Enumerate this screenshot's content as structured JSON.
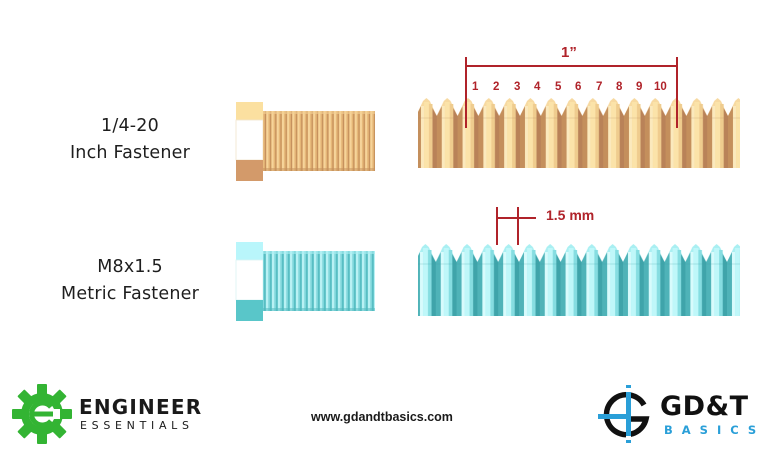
{
  "inch": {
    "spec": "1/4-20",
    "name": "Inch Fastener",
    "dimension_label": "1”",
    "thread_count_labels": [
      "1",
      "2",
      "3",
      "4",
      "5",
      "6",
      "7",
      "8",
      "9",
      "10"
    ],
    "colors": {
      "light": "#fbe3a9",
      "mid": "#e9c48a",
      "dark": "#c08a62",
      "head_top": "#fbe0a0",
      "head_mid": "#ffffff",
      "head_bottom": "#d39a6a",
      "shank": "#e6b777"
    }
  },
  "metric": {
    "spec": "M8x1.5",
    "name": "Metric Fastener",
    "dimension_label": "1.5 mm",
    "colors": {
      "light": "#c8fbfb",
      "mid": "#8fe4e6",
      "dark": "#4fb8bd",
      "head_top": "#b9f6fb",
      "head_mid": "#ffffff",
      "head_bottom": "#59c6c9",
      "shank": "#7fd6db"
    }
  },
  "dimension_color": "#b0232a",
  "footer": {
    "url": "www.gdandtbasics.com",
    "left_logo": {
      "line1": "ENGINEER",
      "line2": "ESSENTIALS",
      "icon": "gear-wrench-icon",
      "color": "#33b433"
    },
    "right_logo": {
      "line1": "GD&T",
      "line2": "BASICS",
      "icon": "crosshair-g-icon",
      "accent": "#2a9fd8"
    }
  }
}
